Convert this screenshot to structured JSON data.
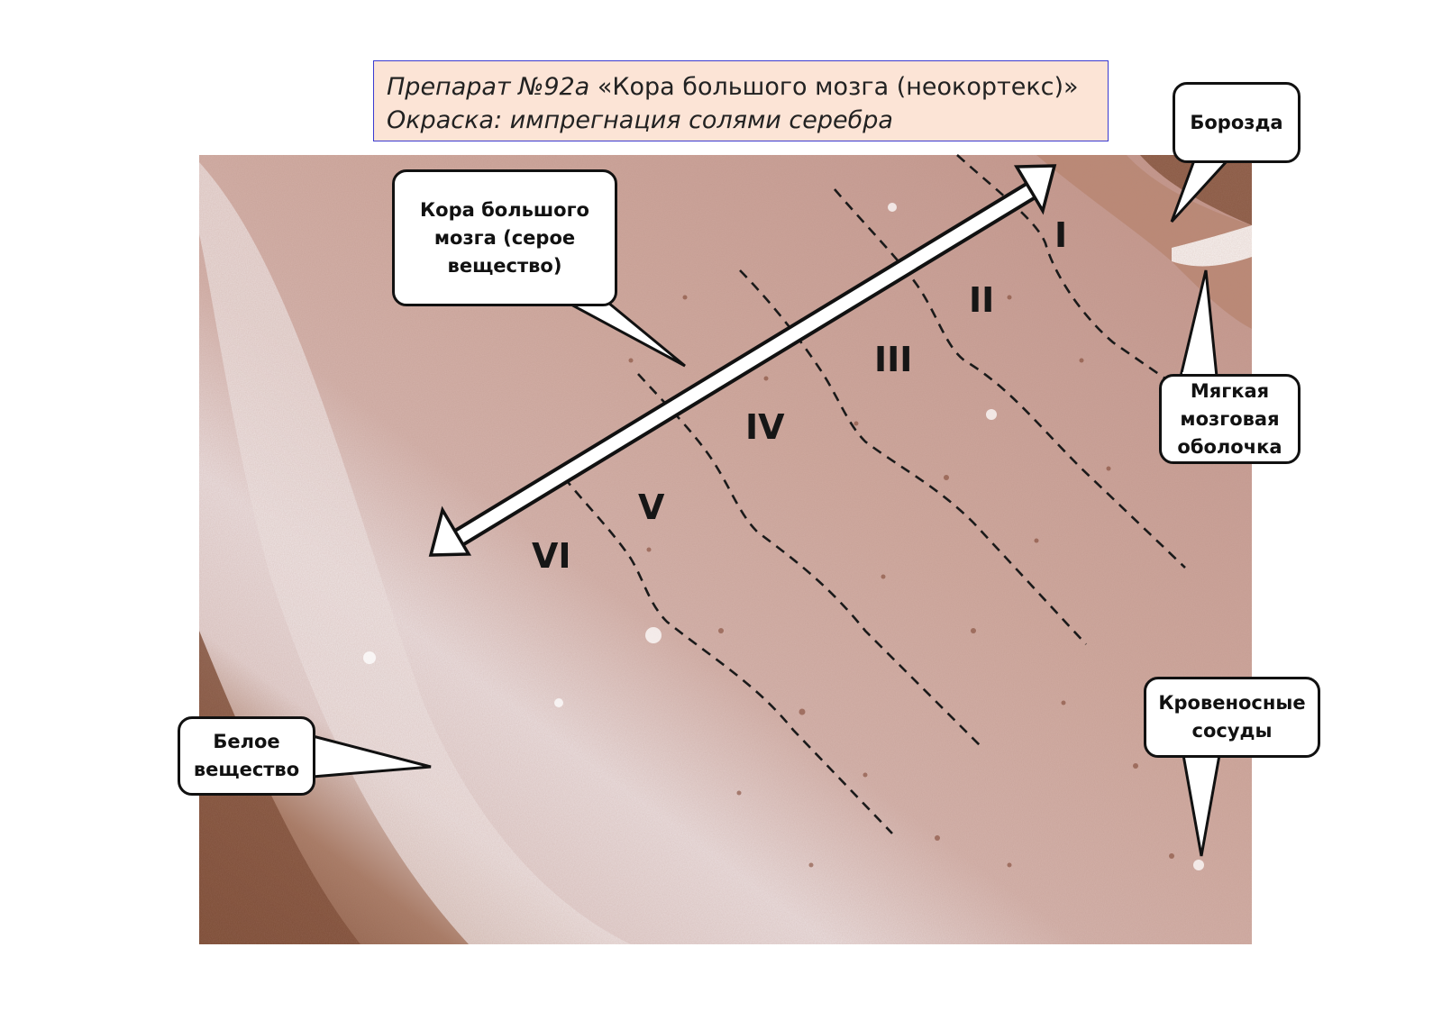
{
  "title": {
    "specimen_label": "Препарат №92а",
    "specimen_name": "«Кора большого мозга (неокортекс)»",
    "stain": "Окраска: импрегнация солями серебра"
  },
  "callouts": {
    "cortex": "Кора большого мозга (серое вещество)",
    "sulcus": "Борозда",
    "pia_mater": "Мягкая мозговая оболочка",
    "white_matter": "Белое вещество",
    "blood_vessels": "Кровеносные сосуды"
  },
  "layers": [
    "I",
    "II",
    "III",
    "IV",
    "V",
    "VI"
  ],
  "colors": {
    "tissue_light": "#d9bcb8",
    "tissue_mid": "#c9a39a",
    "tissue_dark": "#7a4a33",
    "title_bg": "#fce4d6",
    "title_border": "#3a3ad0"
  }
}
